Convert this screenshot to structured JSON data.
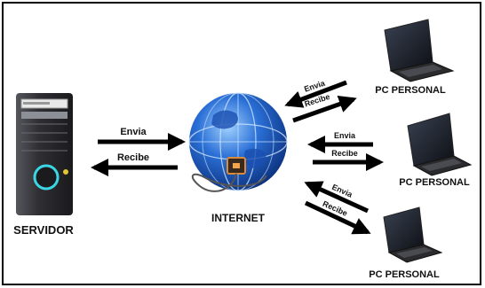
{
  "nodes": {
    "server_label": "SERVIDOR",
    "internet_label": "INTERNET",
    "pc_labels": [
      "PC PERSONAL",
      "PC PERSONAL",
      "PC PERSONAL"
    ]
  },
  "arrows": {
    "send_label": "Envia",
    "receive_label": "Recibe"
  },
  "colors": {
    "arrow": "#000000",
    "globe_blue": "#2a6fd6",
    "server_body": "#2f2f33",
    "server_led": "#3bd6e6"
  }
}
